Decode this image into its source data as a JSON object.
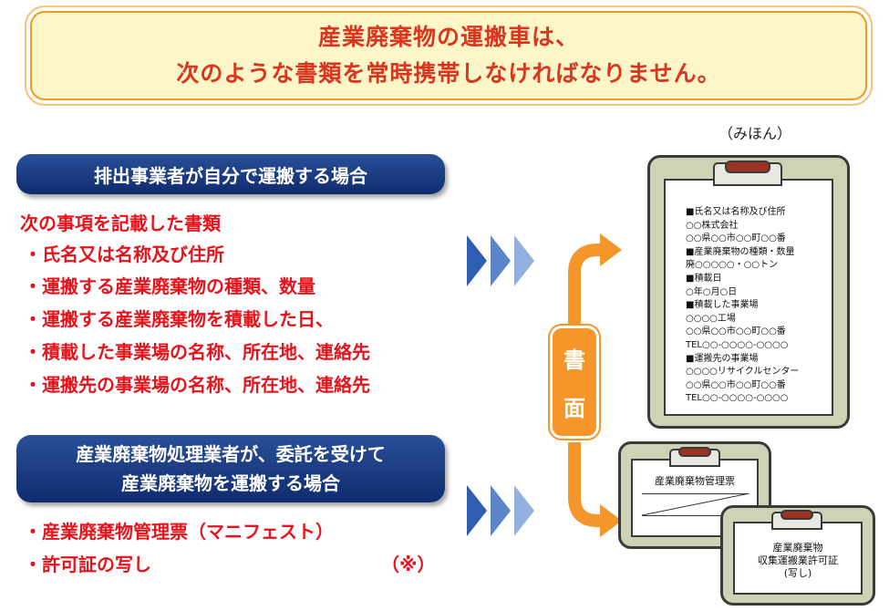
{
  "header": {
    "line1": "産業廃棄物の運搬車は、",
    "line2": "次のような書類を常時携帯しなければなりません。"
  },
  "sample_label": "（みほん）",
  "case1": {
    "banner": "排出事業者が自分で運搬する場合",
    "heading": "次の事項を記載した書類",
    "items": [
      "・氏名又は名称及び住所",
      "・運搬する産業廃棄物の種類、数量",
      "・運搬する産業廃棄物を積載した日、",
      "・積載した事業場の名称、所在地、連絡先",
      "・運搬先の事業場の名称、所在地、連絡先"
    ]
  },
  "case2": {
    "banner_line1": "産業廃棄物処理業者が、委託を受けて",
    "banner_line2": "産業廃棄物を運搬する場合",
    "items": [
      "・産業廃棄物管理票（マニフェスト）",
      "・許可証の写し"
    ],
    "note": "（※）"
  },
  "doc_label": {
    "char1": "書",
    "char2": "面"
  },
  "sample_document": {
    "lines": [
      "■氏名又は名称及び住所",
      "○○株式会社",
      "○○県○○市○○町○○番",
      "■産業廃棄物の種類・数量",
      "廃○○○○○・○○トン",
      "■積載日",
      "○年○月○日",
      "■積載した事業場",
      "○○○○工場",
      "○○県○○市○○町○○番",
      "TEL○○-○○○○-○○○○",
      "■運搬先の事業場",
      "○○○○リサイクルセンター",
      "○○県○○市○○町○○番",
      "TEL○○-○○○○-○○○○"
    ]
  },
  "manifest": {
    "title": "産業廃棄物管理票"
  },
  "permit": {
    "line1": "産業廃棄物",
    "line2": "収集運搬業許可証",
    "line3": "(写し)"
  },
  "colors": {
    "accent_red": "#e8121b",
    "banner_blue": "#1a3a80",
    "arrow_orange": "#f5962a",
    "chevron_blue": "#4a78c4"
  }
}
